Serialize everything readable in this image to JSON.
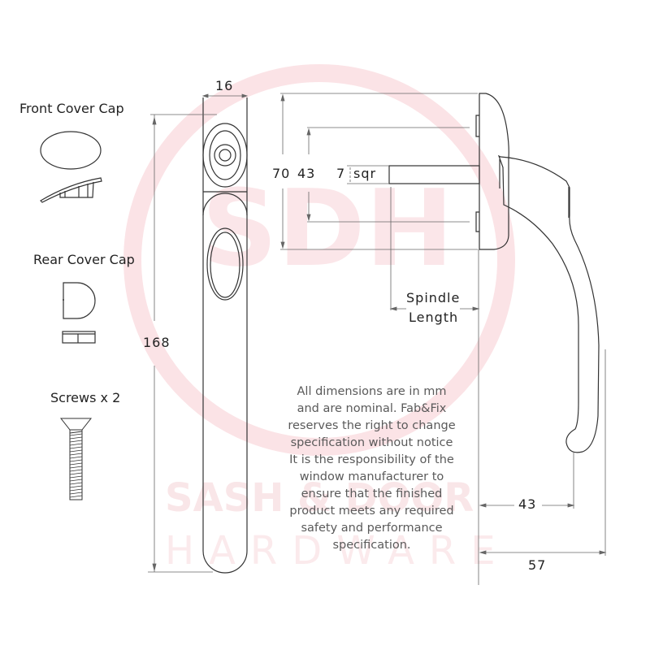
{
  "watermark": {
    "monogram": "SDH",
    "line1": "SASH & DOOR",
    "line2": "HARDWARE",
    "color": "#f6d6da"
  },
  "components": {
    "front_cover_cap": {
      "label": "Front Cover Cap"
    },
    "rear_cover_cap": {
      "label": "Rear Cover Cap"
    },
    "screws": {
      "label": "Screws x 2"
    }
  },
  "dimensions": {
    "handle_width": "16",
    "handle_length": "168",
    "backplate_height": "70",
    "fixing_centres": "43",
    "spindle_size": "7",
    "spindle_unit": "sqr",
    "spindle_length_line1": "Spindle",
    "spindle_length_line2": "Length",
    "lever_reach": "43",
    "overall_projection": "57"
  },
  "notes": {
    "lines": [
      "All dimensions are in mm",
      "and are nominal. Fab&Fix",
      "reserves the right to change",
      "specification without notice",
      "It is the responsibility of the",
      "window manufacturer to",
      "ensure that the finished",
      "product meets any required",
      "safety and performance",
      "specification."
    ]
  },
  "colors": {
    "line": "#333333",
    "dim_line": "#777777",
    "note_text": "#5a5a5a"
  }
}
